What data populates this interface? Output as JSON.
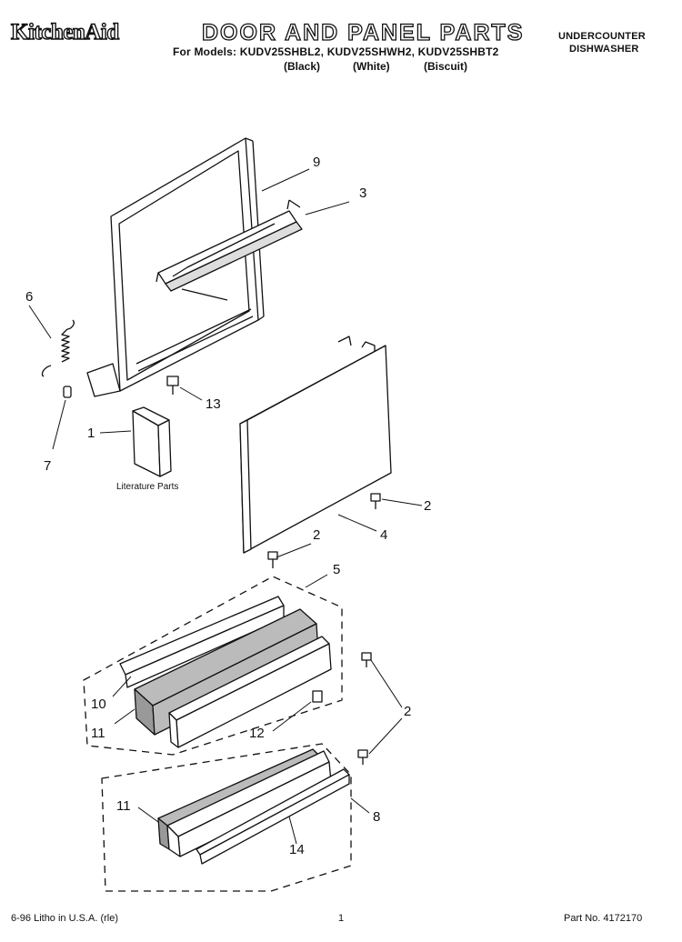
{
  "header": {
    "brand": "KitchenAid",
    "title": "DOOR AND PANEL PARTS",
    "models_line": "For Models: KUDV25SHBL2, KUDV25SHWH2, KUDV25SHBT2",
    "colors": [
      "(Black)",
      "(White)",
      "(Biscuit)"
    ],
    "category_line1": "UNDERCOUNTER",
    "category_line2": "DISHWASHER"
  },
  "literature_label": "Literature Parts",
  "callouts": {
    "n1": "1",
    "n2a": "2",
    "n2b": "2",
    "n2c": "2",
    "n3": "3",
    "n4": "4",
    "n5": "5",
    "n6": "6",
    "n7": "7",
    "n8": "8",
    "n9": "9",
    "n10": "10",
    "n11a": "11",
    "n11b": "11",
    "n12": "12",
    "n13": "13",
    "n14": "14"
  },
  "footer": {
    "litho": "6-96 Litho in U.S.A. (rle)",
    "page": "1",
    "part_no": "Part No. 4172170"
  }
}
